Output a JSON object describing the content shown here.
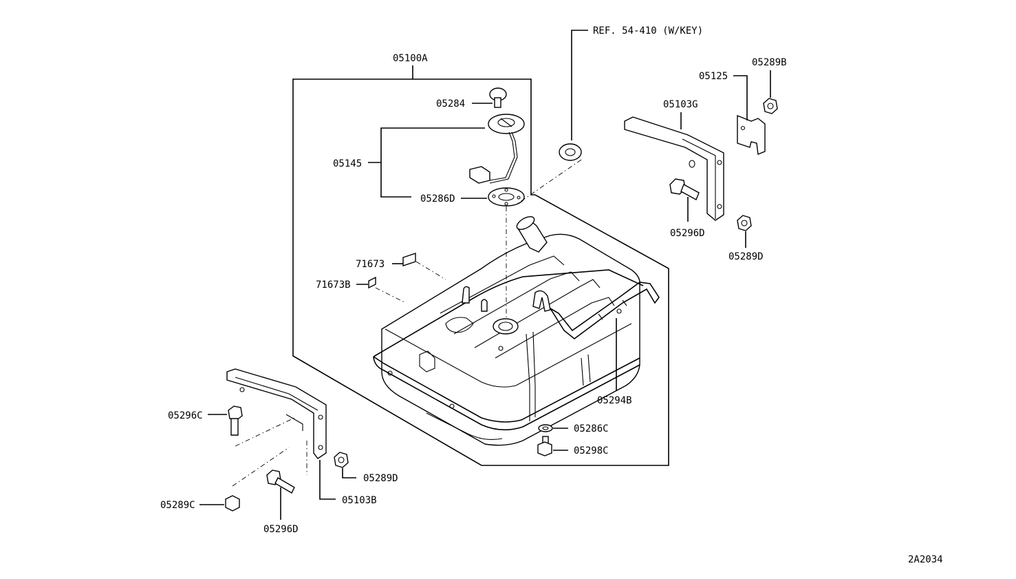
{
  "labels": {
    "ref": "REF. 54-410 (W/KEY)",
    "p05100A": "05100A",
    "p05284": "05284",
    "p05145": "05145",
    "p05286D": "05286D",
    "p71673": "71673",
    "p71673B": "71673B",
    "p05125": "05125",
    "p05289B": "05289B",
    "p05103G": "05103G",
    "p05296D_right": "05296D",
    "p05289D_right": "05289D",
    "p05294B": "05294B",
    "p05286C": "05286C",
    "p05298C": "05298C",
    "p05296C": "05296C",
    "p05289D_left": "05289D",
    "p05103B": "05103B",
    "p05289C": "05289C",
    "p05296D_left": "05296D",
    "drawing_code": "2A2034"
  }
}
